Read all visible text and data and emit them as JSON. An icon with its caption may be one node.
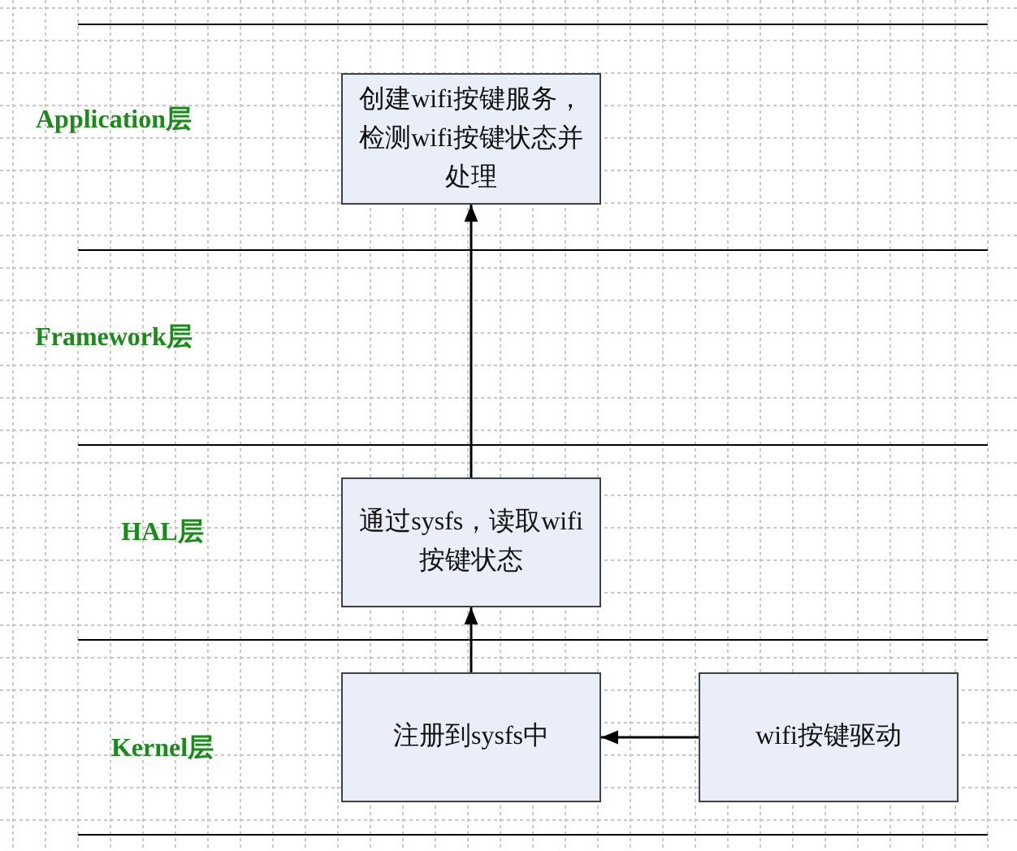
{
  "diagram": {
    "nodes": [
      {
        "text": [
          "创建wifi按键服务，检测wifi按键状态并处理"
        ]
      },
      {
        "text": [
          "通过sysfs，读取wifi按键状态"
        ]
      },
      {
        "text": [
          "注册到sysfs中"
        ]
      },
      {
        "text": [
          "wifi按键驱动"
        ]
      }
    ],
    "edges": [
      {
        "from": 3,
        "to": 2,
        "arrow": "to"
      },
      {
        "from": 2,
        "to": 1,
        "arrow": "to"
      },
      {
        "from": 1,
        "to": 0,
        "arrow": "to"
      }
    ],
    "labels": [
      "Application层",
      "Framework层",
      "HAL层",
      "Kernel层"
    ]
  }
}
